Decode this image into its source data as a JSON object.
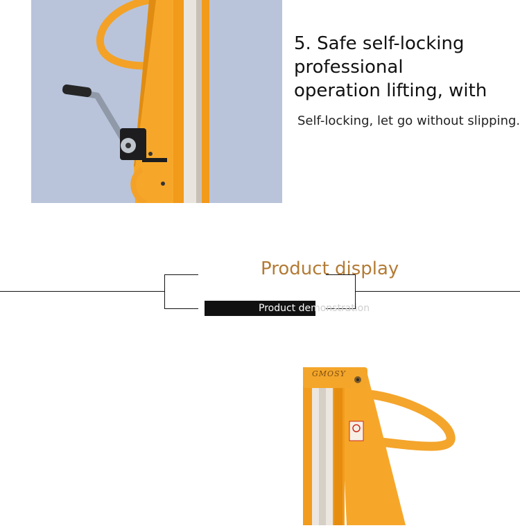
{
  "feature": {
    "title_lines": [
      "5. Safe self-locking",
      "professional",
      "operation lifting, with"
    ],
    "description": "Self-locking, let go without slipping."
  },
  "section": {
    "title": "Product display",
    "subtitle": "Product demonstration"
  },
  "product": {
    "brand_mark": "GMOSY"
  },
  "colors": {
    "machine_orange": "#f2a12a",
    "photo_background": "#b7c3da",
    "section_title": "#b37b36"
  }
}
